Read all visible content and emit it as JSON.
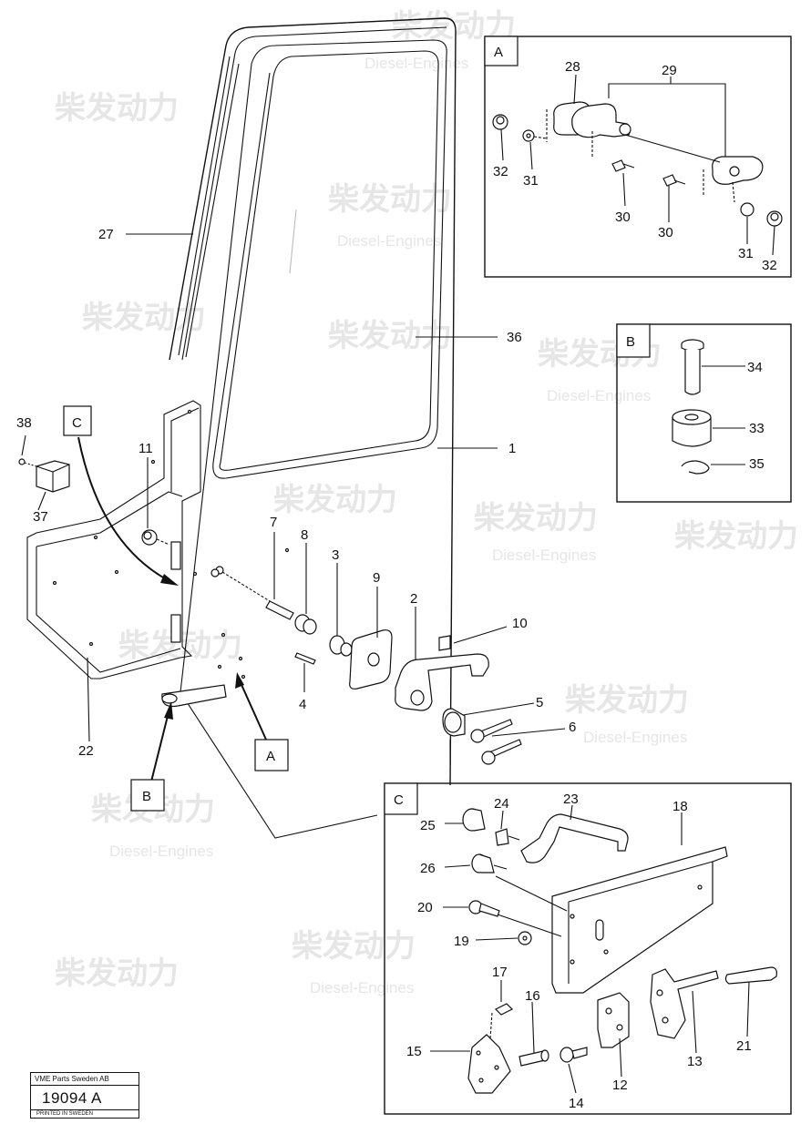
{
  "watermark": {
    "cn": "柴发动力",
    "en": "Diesel-Engines"
  },
  "boxes": {
    "a": "A",
    "b": "B",
    "c": "C"
  },
  "callouts": {
    "a": "A",
    "b": "B",
    "c": "C"
  },
  "labels": {
    "p1": "1",
    "p2": "2",
    "p3": "3",
    "p4": "4",
    "p5": "5",
    "p6": "6",
    "p7": "7",
    "p8": "8",
    "p9": "9",
    "p10": "10",
    "p11": "11",
    "p12": "12",
    "p13": "13",
    "p14": "14",
    "p15": "15",
    "p16": "16",
    "p17": "17",
    "p18": "18",
    "p19": "19",
    "p20": "20",
    "p21": "21",
    "p22": "22",
    "p23": "23",
    "p24": "24",
    "p25": "25",
    "p26": "26",
    "p27": "27",
    "p28": "28",
    "p29": "29",
    "p30a": "30",
    "p30b": "30",
    "p31a": "31",
    "p31b": "31",
    "p32a": "32",
    "p32b": "32",
    "p33": "33",
    "p34": "34",
    "p35": "35",
    "p36": "36",
    "p37": "37",
    "p38": "38"
  },
  "stamp": {
    "company": "VME Parts Sweden AB",
    "number": "19094 A",
    "printed": "PRINTED IN SWEDEN"
  }
}
